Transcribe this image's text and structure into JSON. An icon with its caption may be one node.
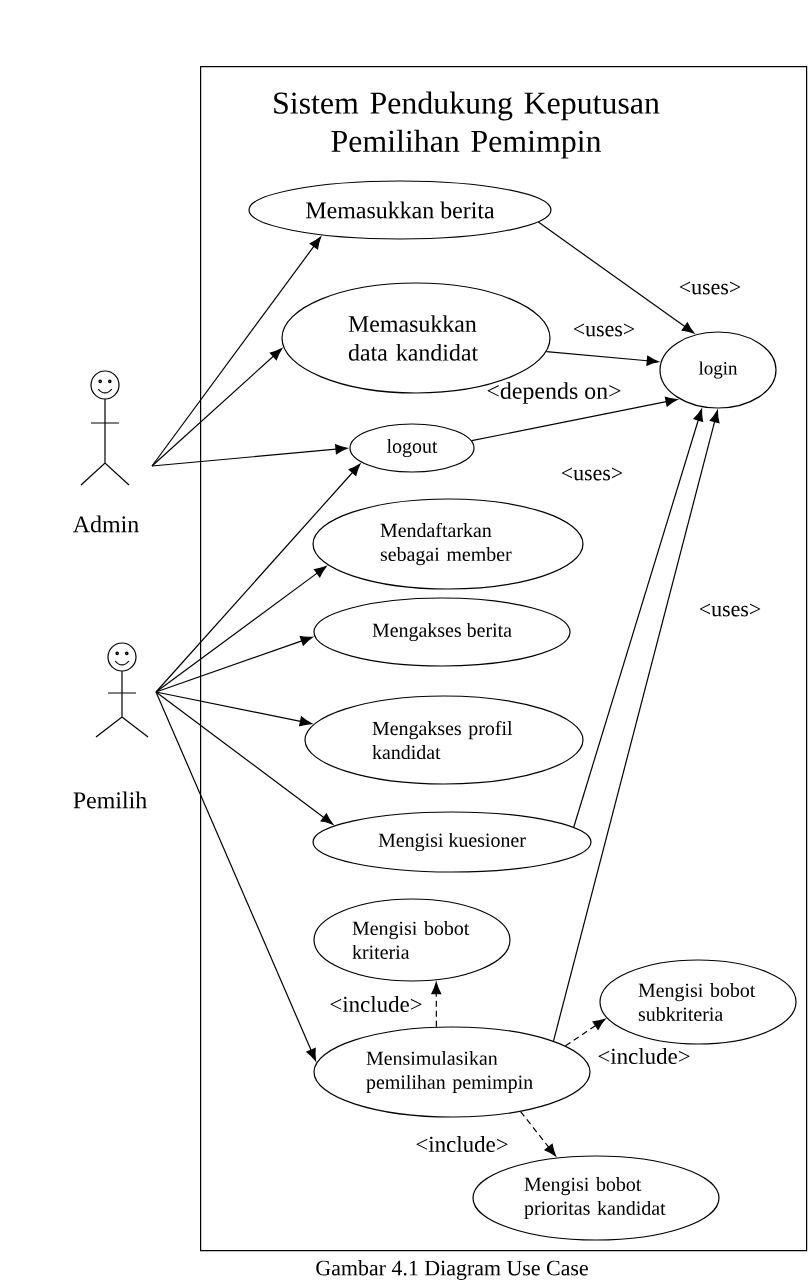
{
  "diagram": {
    "caption": "Gambar 4.1 Diagram Use Case",
    "nodes": [
      {
        "text": [
          "Sistem Pendukung Keputusan Pemilihan Pemimpin"
        ]
      },
      {
        "text": [
          "Admin"
        ]
      },
      {
        "text": [
          "Pemilih"
        ]
      },
      {
        "text": [
          "Memasukkan berita"
        ],
        "in": 0
      },
      {
        "text": [
          "Memasukkan data kandidat"
        ],
        "in": 0
      },
      {
        "text": [
          "login"
        ],
        "in": 0
      },
      {
        "text": [
          "logout"
        ],
        "in": 0
      },
      {
        "text": [
          "Mendaftarkan sebagai member"
        ],
        "in": 0
      },
      {
        "text": [
          "Mengakses berita"
        ],
        "in": 0
      },
      {
        "text": [
          "Mengakses profil kandidat"
        ],
        "in": 0
      },
      {
        "text": [
          "Mengisi kuesioner"
        ],
        "in": 0
      },
      {
        "text": [
          "Mengisi bobot kriteria"
        ],
        "in": 0
      },
      {
        "text": [
          "Mengisi bobot subkriteria"
        ],
        "in": 0
      },
      {
        "text": [
          "Mensimulasikan pemilihan pemimpin"
        ],
        "in": 0
      },
      {
        "text": [
          "Mengisi bobot prioritas kandidat"
        ],
        "in": 0
      }
    ],
    "edges": [
      {
        "from": 1,
        "to": 3,
        "arrow": "to"
      },
      {
        "from": 1,
        "to": 4,
        "arrow": "to"
      },
      {
        "from": 1,
        "to": 6,
        "arrow": "to"
      },
      {
        "from": 2,
        "to": 6,
        "arrow": "to"
      },
      {
        "from": 2,
        "to": 7,
        "arrow": "to"
      },
      {
        "from": 2,
        "to": 8,
        "arrow": "to"
      },
      {
        "from": 2,
        "to": 9,
        "arrow": "to"
      },
      {
        "from": 2,
        "to": 10,
        "arrow": "to"
      },
      {
        "from": 2,
        "to": 13,
        "arrow": "to"
      },
      {
        "from": 3,
        "to": 5,
        "arrow": "to",
        "label": "<uses>"
      },
      {
        "from": 4,
        "to": 5,
        "arrow": "to",
        "label": "<uses>"
      },
      {
        "from": 6,
        "to": 5,
        "arrow": "to",
        "label": "<depends on>"
      },
      {
        "from": 10,
        "to": 5,
        "arrow": "to",
        "label": "<uses>"
      },
      {
        "from": 13,
        "to": 5,
        "arrow": "to",
        "label": "<uses>"
      },
      {
        "from": 13,
        "to": 11,
        "arrow": "to",
        "label": "<include>",
        "style": "dashed"
      },
      {
        "from": 13,
        "to": 12,
        "arrow": "to",
        "label": "<include>",
        "style": "dashed"
      },
      {
        "from": 13,
        "to": 14,
        "arrow": "to",
        "label": "<include>",
        "style": "dashed"
      }
    ]
  }
}
